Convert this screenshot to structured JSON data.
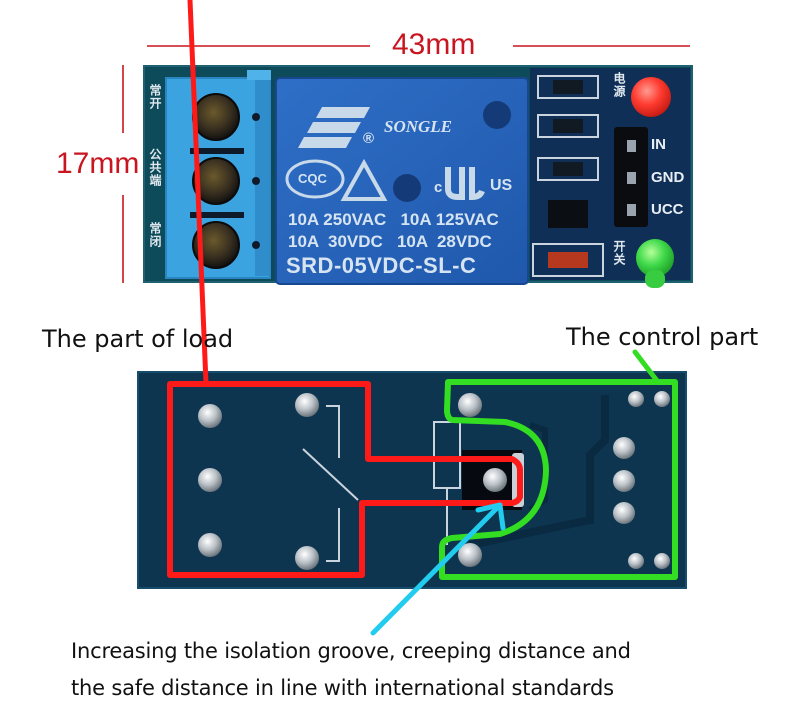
{
  "dimensions": {
    "width_label": "43mm",
    "height_label": "17mm"
  },
  "top_module": {
    "relay": {
      "brand": "SONGLE",
      "registered_mark": "®",
      "cert_cqc": "CQC",
      "cert_ul_c": "c",
      "cert_ul_us": "US",
      "rating_line_1": "10A 250VAC   10A 125VAC",
      "rating_line_2": "10A  30VDC   10A  28VDC",
      "model": "SRD-05VDC-SL-C"
    },
    "terminal_labels_cn": [
      "常开",
      "公共端",
      "常闭"
    ],
    "power_led_label_cn": "电源",
    "switch_led_label_cn": "开关",
    "pins": [
      "IN",
      "GND",
      "UCC"
    ],
    "led_colors": {
      "power": "#ff3b30",
      "switch": "#3fd94a"
    }
  },
  "bottom_board": {
    "load_callout": "The part of load",
    "control_callout": "The control part",
    "colors": {
      "load_outline": "#ff1a1a",
      "control_outline": "#33dd22",
      "arrow": "#22ccee",
      "pcb": "#0e3550"
    }
  },
  "caption": {
    "line_1": "Increasing the isolation groove, creeping distance and",
    "line_2": "the safe distance in line with international standards"
  }
}
